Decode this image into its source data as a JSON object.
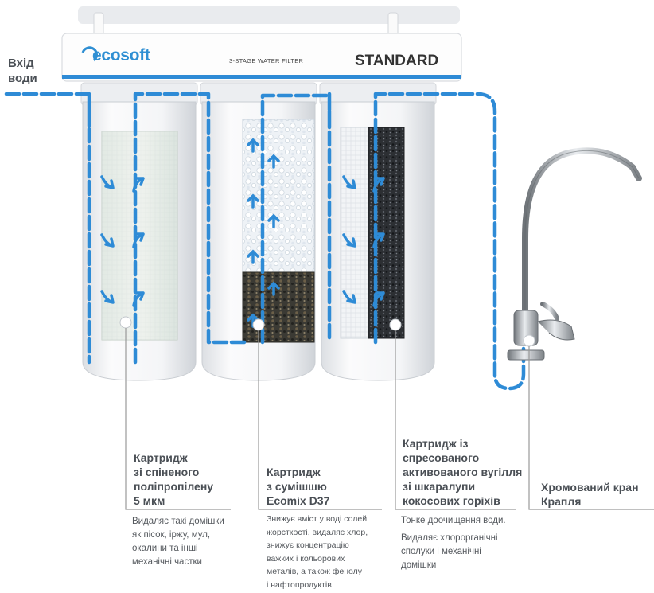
{
  "inlet_label": "Вхід\nводи",
  "header": {
    "brand": "ecosoft",
    "subtitle": "3-STAGE WATER FILTER",
    "model": "STANDARD"
  },
  "stages": [
    {
      "title": "Картридж\nзі спіненого\nполіпропілену\n5 мкм",
      "description": "Видаляє такі домішки\nяк пісок, іржу, мул,\nокалини та інші\nмеханічні частки"
    },
    {
      "title": "Картридж\nз сумішшю\nEcomix D37",
      "description": "Знижує вміст у воді солей\nжорсткості, видаляє хлор,\nзнижує концентрацію\nважких і кольорових\nметалів, а також фенолу\nі нафтопродуктів"
    },
    {
      "title": "Картридж із\nспресованого\nактивованого вугілля\nзі шкаралупи\nкокосових горіхів",
      "description_1": "Тонке доочищення води.",
      "description_2": "Видаляє хлорорганічні\nсполуки і механічні\nдомішки"
    }
  ],
  "faucet": {
    "title": "Хромований кран\nКрапля"
  },
  "colors": {
    "flow": "#2e8bd6",
    "housing": "#f3f4f6",
    "text": "#4a4f55",
    "leader": "#9a9a9a"
  }
}
